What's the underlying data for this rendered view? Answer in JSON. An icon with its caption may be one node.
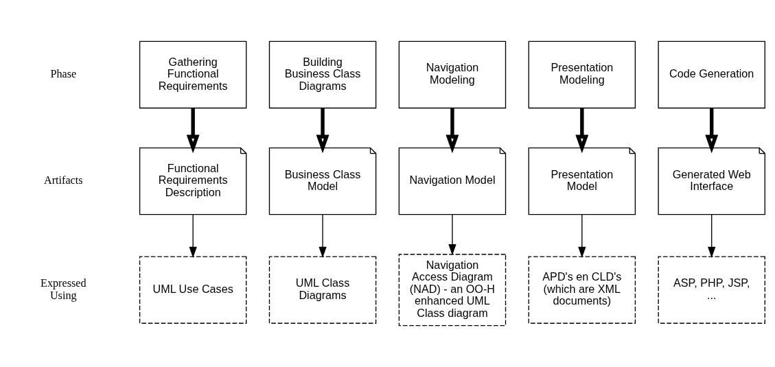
{
  "diagram": {
    "nodes": [
      {
        "text": [
          "Gathering Functional Requirements"
        ]
      },
      {
        "text": [
          "Building Business Class Diagrams"
        ]
      },
      {
        "text": [
          "Navigation Modeling"
        ]
      },
      {
        "text": [
          "Presentation Modeling"
        ]
      },
      {
        "text": [
          "Code Generation"
        ]
      },
      {
        "text": [
          "Functional Requirements Description"
        ]
      },
      {
        "text": [
          "Business Class Model"
        ]
      },
      {
        "text": [
          "Navigation Model"
        ]
      },
      {
        "text": [
          "Presentation Model"
        ]
      },
      {
        "text": [
          "Generated Web Interface"
        ]
      },
      {
        "text": [
          "UML Use Cases"
        ]
      },
      {
        "text": [
          "UML Class Diagrams"
        ]
      },
      {
        "text": [
          "Navigation Access Diagram (NAD) - an OO-H enhanced UML Class diagram"
        ]
      },
      {
        "text": [
          "APD's en CLD's (which are XML documents)"
        ]
      },
      {
        "text": [
          "ASP, PHP, JSP, ..."
        ]
      }
    ],
    "edges": [
      {
        "from": 0,
        "to": 5,
        "arrow": "to",
        "style": "thick"
      },
      {
        "from": 1,
        "to": 6,
        "arrow": "to",
        "style": "thick"
      },
      {
        "from": 2,
        "to": 7,
        "arrow": "to",
        "style": "thick"
      },
      {
        "from": 3,
        "to": 8,
        "arrow": "to",
        "style": "thick"
      },
      {
        "from": 4,
        "to": 9,
        "arrow": "to",
        "style": "thick"
      },
      {
        "from": 5,
        "to": 10,
        "arrow": "to"
      },
      {
        "from": 6,
        "to": 11,
        "arrow": "to"
      },
      {
        "from": 7,
        "to": 12,
        "arrow": "to"
      },
      {
        "from": 8,
        "to": 13,
        "arrow": "to"
      },
      {
        "from": 9,
        "to": 14,
        "arrow": "to"
      }
    ],
    "labels": [
      "Phase",
      "Artifacts",
      "Expressed Using"
    ]
  }
}
